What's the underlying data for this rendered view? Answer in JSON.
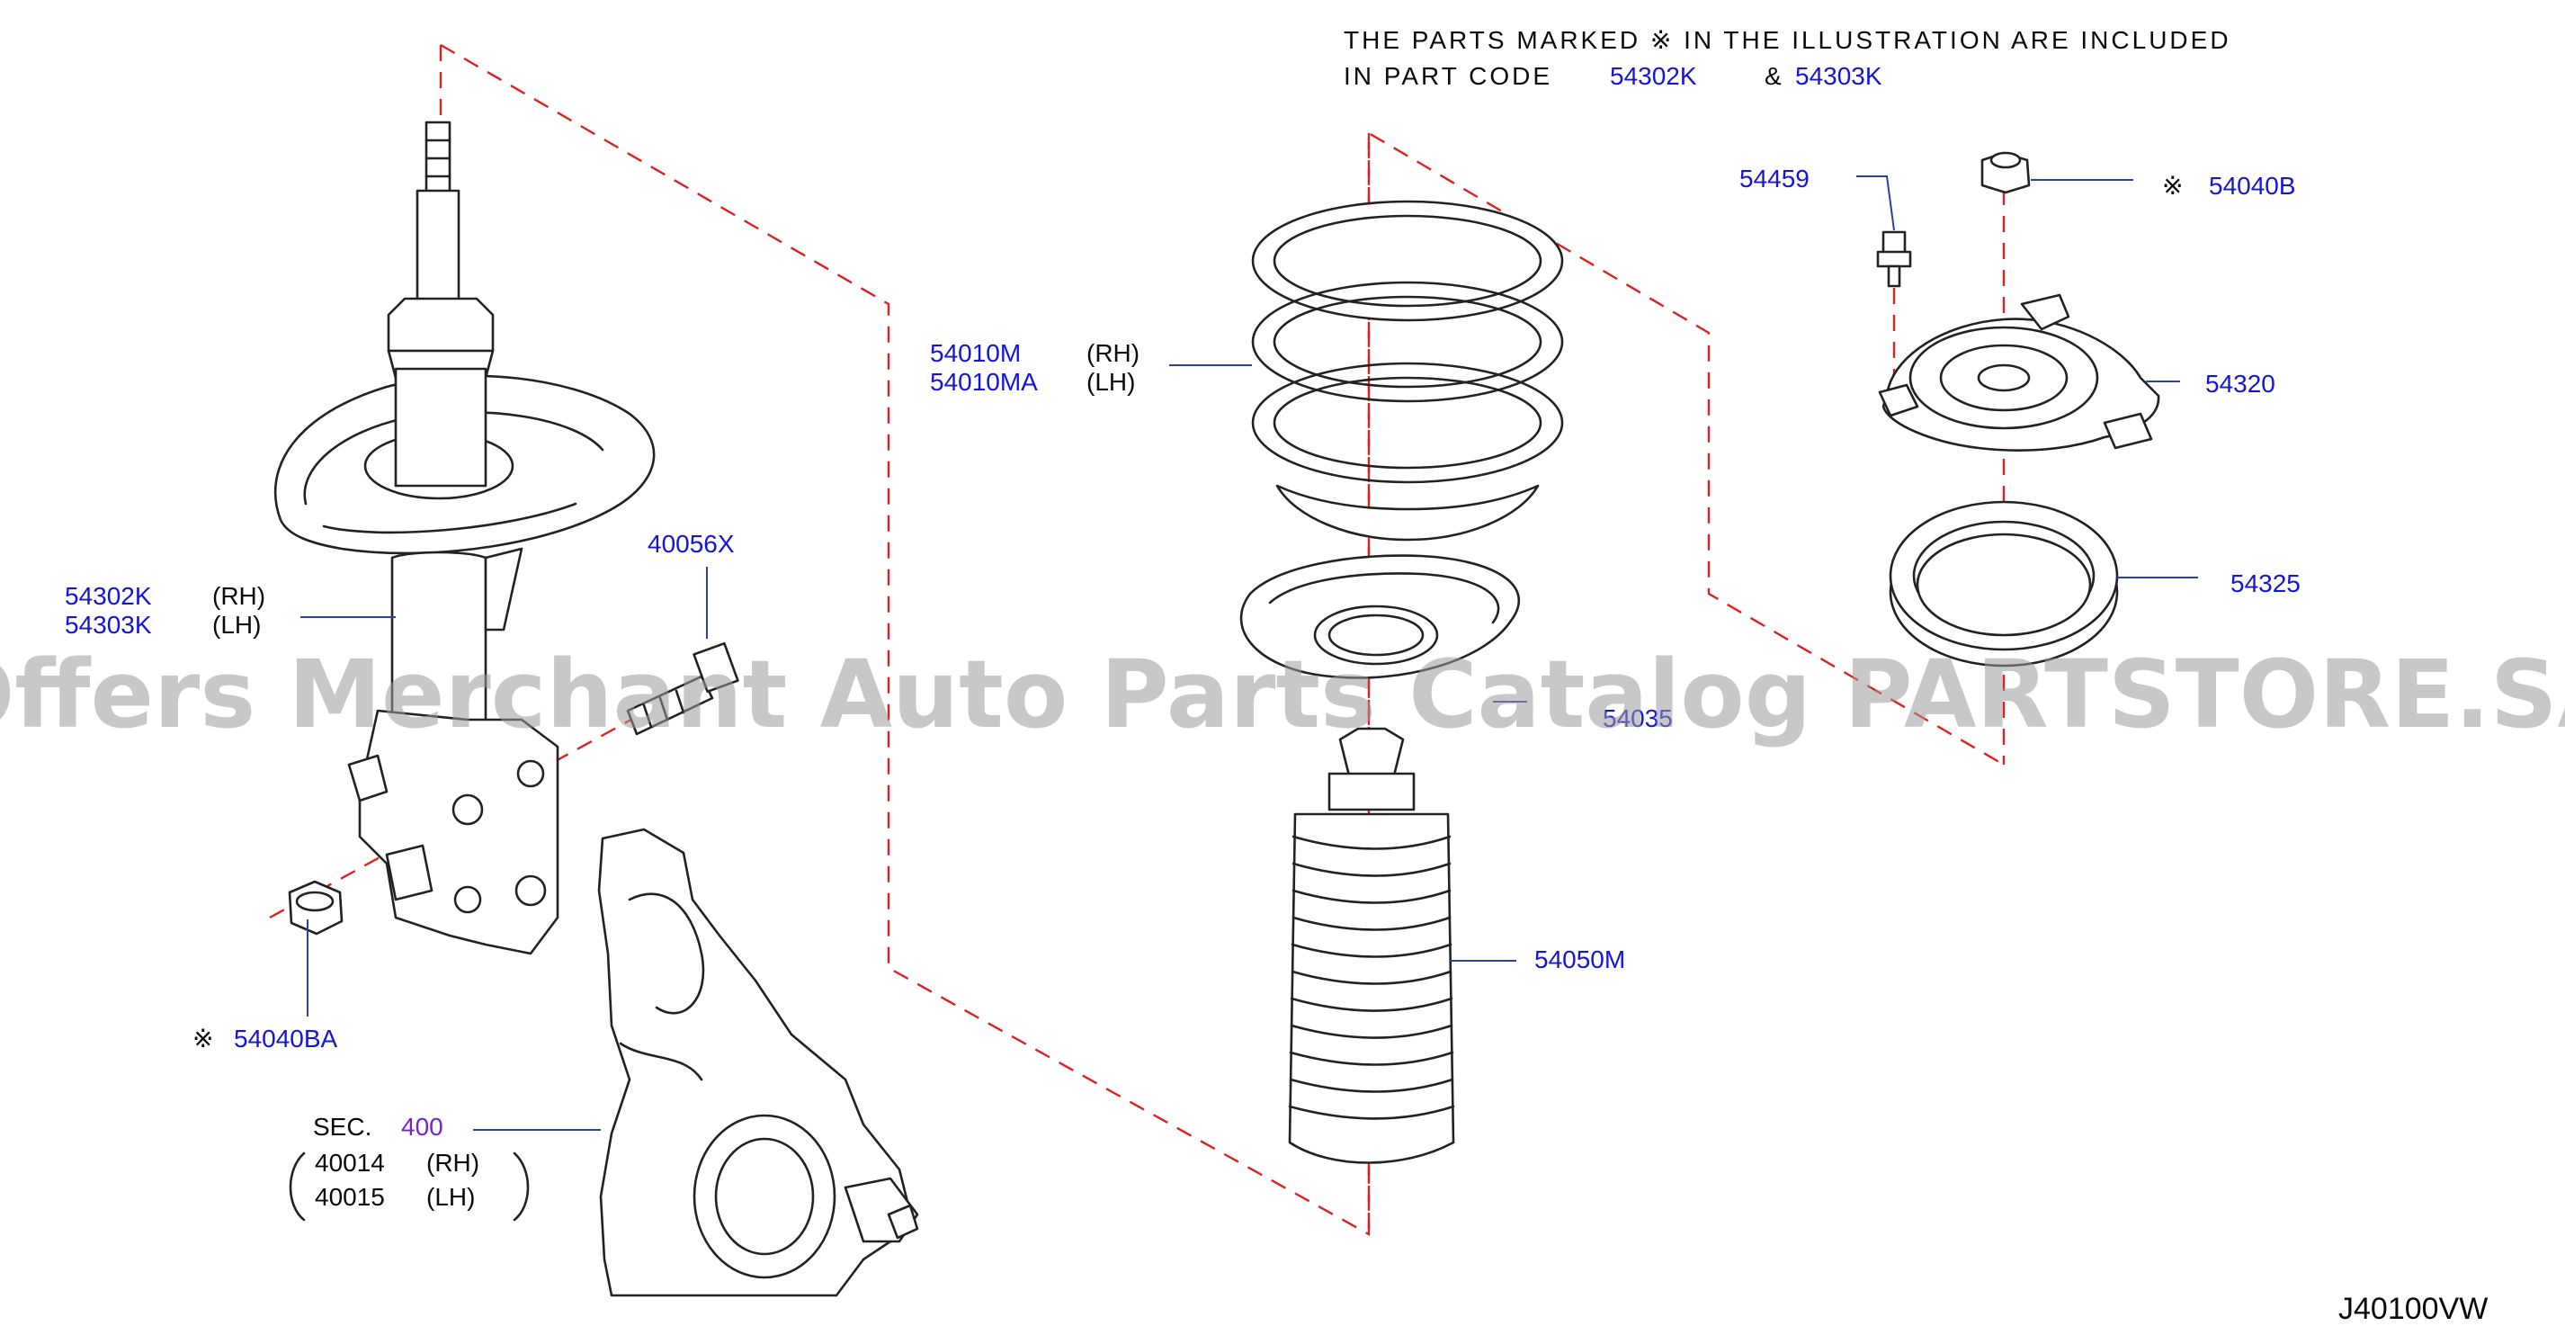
{
  "note": {
    "line1": "THE PARTS MARKED      ※    IN THE ILLUSTRATION ARE INCLUDED",
    "line2_prefix": "IN PART CODE",
    "code_a": "54302K",
    "amp": "&",
    "code_b": "54303K"
  },
  "labels": {
    "strut_rh": "54302K",
    "strut_rh_side": "(RH)",
    "strut_lh": "54303K",
    "strut_lh_side": "(LH)",
    "bolt": "40056X",
    "nut_mark": "※",
    "nut": "54040BA",
    "sec_prefix": "SEC.",
    "sec_num": "400",
    "knuckle_rh": "40014",
    "knuckle_rh_side": "(RH)",
    "knuckle_lh": "40015",
    "knuckle_lh_side": "(LH)",
    "spring_rh": "54010M",
    "spring_rh_side": "(RH)",
    "spring_lh": "54010MA",
    "spring_lh_side": "(LH)",
    "seat": "54035",
    "bound": "54050M",
    "bolt2": "54459",
    "top_nut_mark": "※",
    "top_nut": "54040B",
    "mount": "54320",
    "bearing": "54325"
  },
  "diagram_code": "J40100VW",
  "watermark": "Offers Merchant Auto Parts Catalog PARTSTORE.SA",
  "colors": {
    "part_code_blue": "#1515d6",
    "section_purple": "#7b1fd1",
    "phantom_red": "#e02020",
    "watermark_gray": "#9a9a9a"
  }
}
